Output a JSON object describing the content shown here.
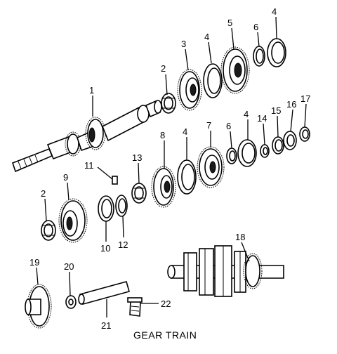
{
  "caption": "GEAR TRAIN",
  "callouts": {
    "c1": "1",
    "c2a": "2",
    "c3": "3",
    "c4a": "4",
    "c5": "5",
    "c6a": "6",
    "c4b": "4",
    "c4c": "4",
    "c7": "7",
    "c6b": "6",
    "c4d": "4",
    "c14": "14",
    "c15": "15",
    "c16": "16",
    "c17": "17",
    "c8": "8",
    "c13": "13",
    "c11": "11",
    "c2b": "2",
    "c9": "9",
    "c10": "10",
    "c12": "12",
    "c18": "18",
    "c19": "19",
    "c20": "20",
    "c21": "21",
    "c22": "22"
  }
}
